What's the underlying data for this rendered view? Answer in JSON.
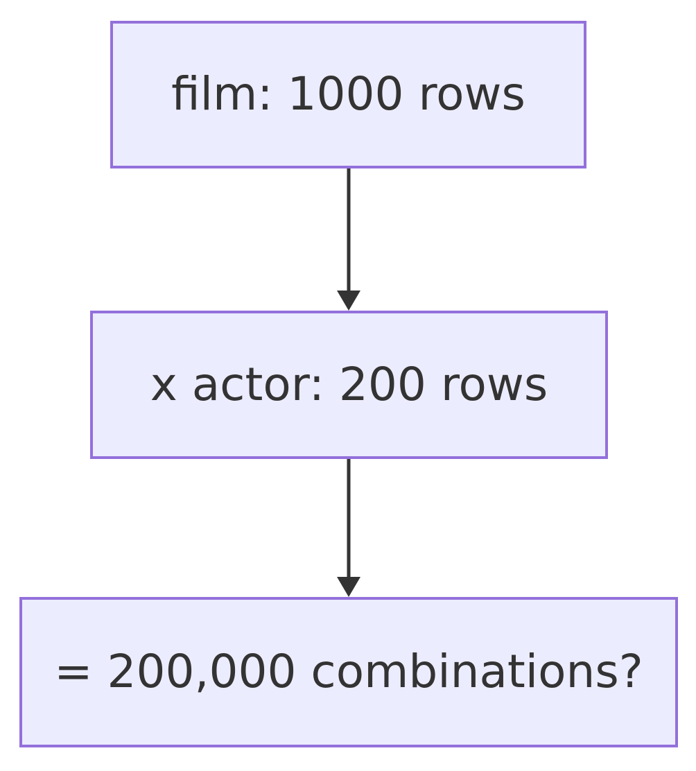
{
  "diagram": {
    "type": "flowchart",
    "direction": "top-down",
    "colors": {
      "background": "#FFFFFF",
      "node_fill": "#ECECFF",
      "node_border": "#9370DB",
      "edge": "#333333",
      "text": "#333333"
    },
    "nodes": [
      {
        "id": "film",
        "label": "film: 1000 rows"
      },
      {
        "id": "actor",
        "label": "x actor: 200 rows"
      },
      {
        "id": "combinations",
        "label": "= 200,000 combinations?"
      }
    ],
    "edges": [
      {
        "from": "film",
        "to": "actor"
      },
      {
        "from": "actor",
        "to": "combinations"
      }
    ]
  }
}
